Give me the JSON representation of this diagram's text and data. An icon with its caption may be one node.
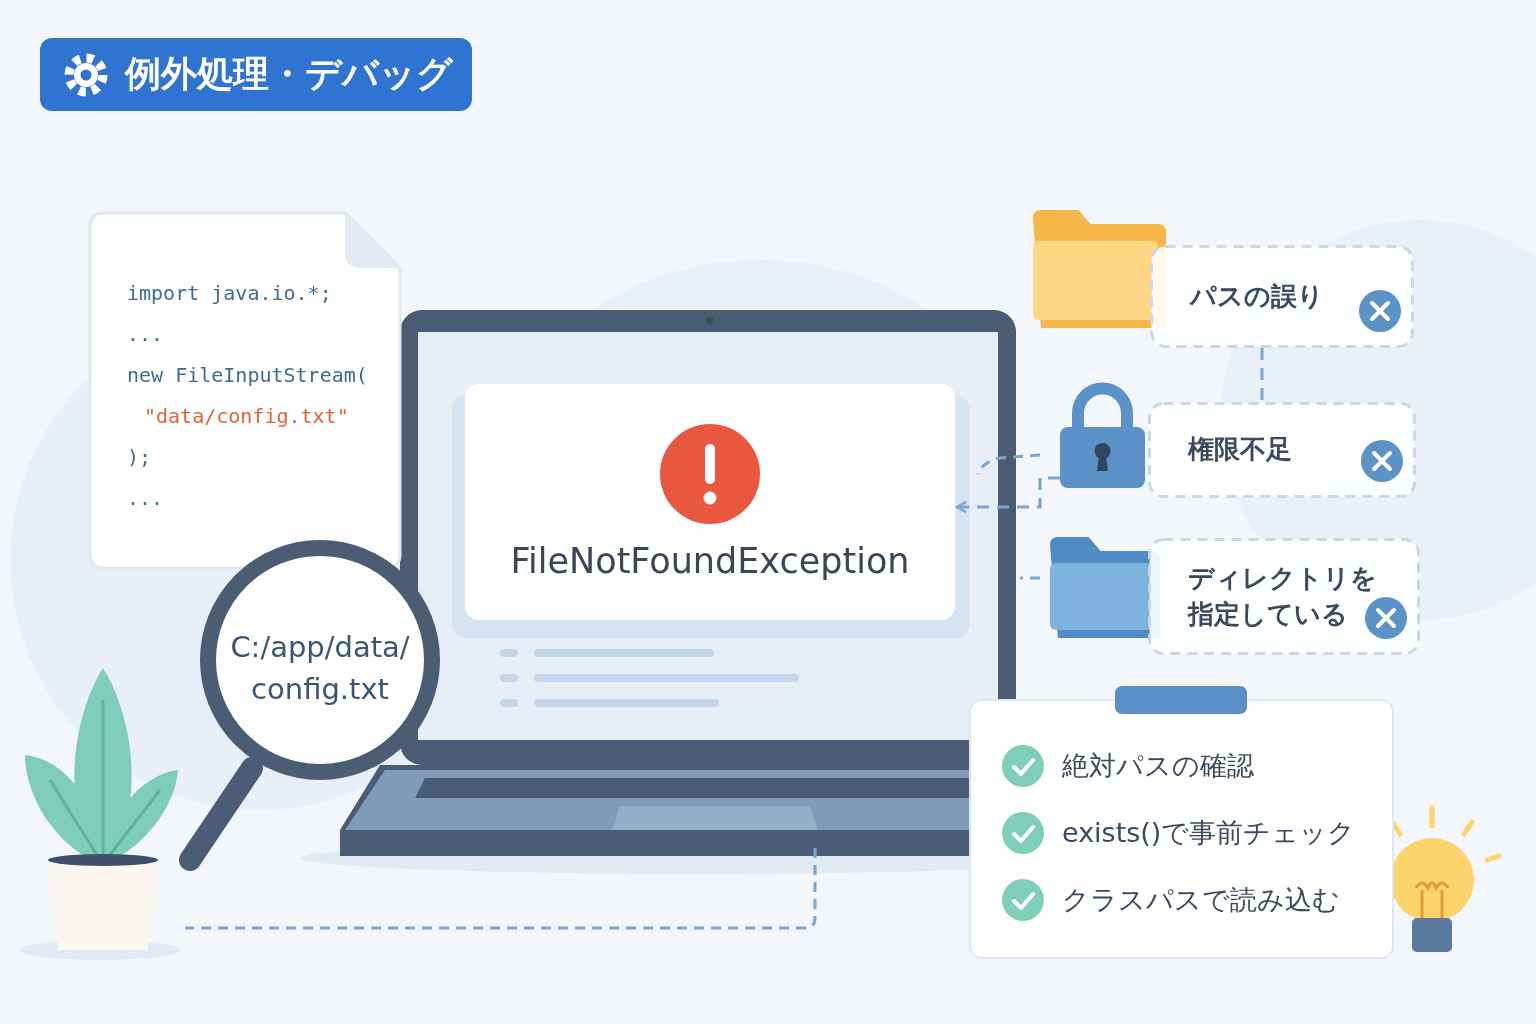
{
  "diagram": {
    "title": "例外処理・デバッグ",
    "nodes": [
      {
        "text": [
          "import java.io.*;",
          "...",
          "new FileInputStream(",
          "\"data/config.txt\"",
          ");",
          "..."
        ]
      },
      {
        "text": [
          "C:/app/data/ config.txt"
        ]
      },
      {
        "text": [
          "FileNotFoundException"
        ]
      },
      {
        "text": [
          "パスの誤り"
        ]
      },
      {
        "text": [
          "権限不足"
        ]
      },
      {
        "text": [
          "ディレクトリを指定している"
        ]
      },
      {
        "text": [],
        "shape": "picture"
      },
      {
        "text": [
          "絶対パスの確認",
          "exists()で事前チェック",
          "クラスパスで読み込む"
        ]
      }
    ],
    "edges": [
      {
        "from": 6,
        "to": 2,
        "arrow": "to",
        "style": "dashed"
      },
      {
        "from": 3,
        "to": 4,
        "arrow": "none",
        "style": "dashed"
      }
    ]
  }
}
